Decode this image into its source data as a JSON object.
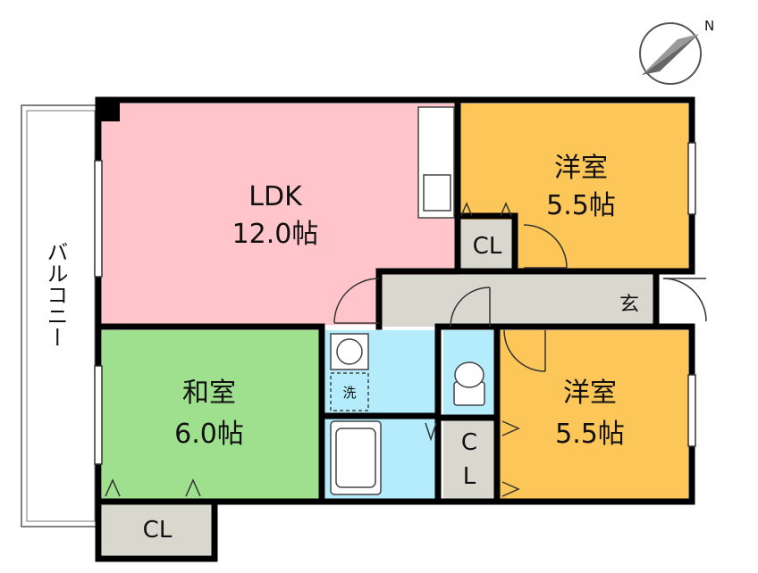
{
  "compass": {
    "north_label": "N"
  },
  "balcony": {
    "label": "バルコニー"
  },
  "rooms": {
    "ldk": {
      "name": "LDK",
      "size": "12.0帖"
    },
    "western_top": {
      "name": "洋室",
      "size": "5.5帖"
    },
    "western_bottom": {
      "name": "洋室",
      "size": "5.5帖"
    },
    "japanese": {
      "name": "和室",
      "size": "6.0帖"
    }
  },
  "closets": {
    "top": "CL",
    "bottom_left": "CL",
    "middle_c": "C",
    "middle_l": "L"
  },
  "entrance": {
    "label": "玄"
  },
  "laundry": {
    "label": "洗"
  },
  "colors": {
    "ldk": "#ffc5cb",
    "western": "#fcc659",
    "japanese": "#9fe08e",
    "wet": "#b4ecfb",
    "hall": "#d8d8cf",
    "wall": "#000000"
  }
}
